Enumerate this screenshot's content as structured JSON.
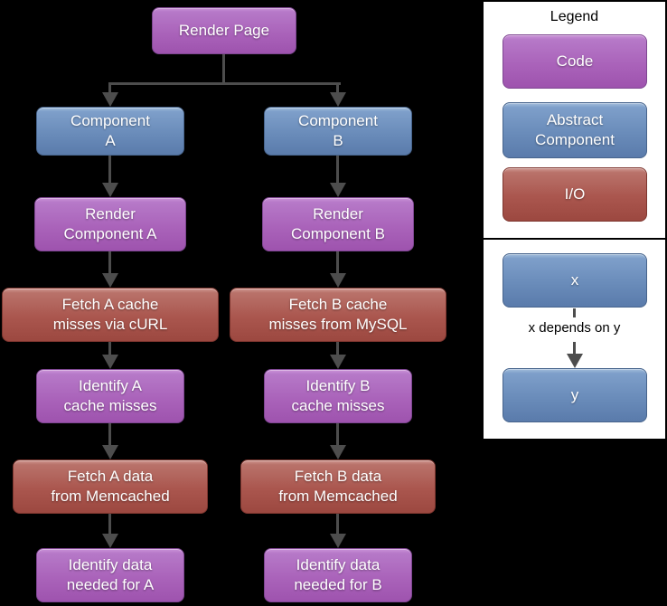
{
  "nodes": {
    "render_page": {
      "label": "Render Page",
      "type": "code"
    },
    "component_a": {
      "label": "Component\nA",
      "type": "abstract"
    },
    "component_b": {
      "label": "Component\nB",
      "type": "abstract"
    },
    "render_component_a": {
      "label": "Render\nComponent A",
      "type": "code"
    },
    "render_component_b": {
      "label": "Render\nComponent B",
      "type": "code"
    },
    "fetch_a_cache": {
      "label": "Fetch A cache\nmisses via cURL",
      "type": "io"
    },
    "fetch_b_cache": {
      "label": "Fetch B cache\nmisses from MySQL",
      "type": "io"
    },
    "identify_a_cache": {
      "label": "Identify A\ncache misses",
      "type": "code"
    },
    "identify_b_cache": {
      "label": "Identify B\ncache misses",
      "type": "code"
    },
    "fetch_a_data": {
      "label": "Fetch A data\nfrom Memcached",
      "type": "io"
    },
    "fetch_b_data": {
      "label": "Fetch B data\nfrom Memcached",
      "type": "io"
    },
    "identify_a_data": {
      "label": "Identify data\nneeded for A",
      "type": "code"
    },
    "identify_b_data": {
      "label": "Identify data\nneeded for B",
      "type": "code"
    }
  },
  "edges": [
    {
      "from": "render_page",
      "to": "component_a"
    },
    {
      "from": "render_page",
      "to": "component_b"
    },
    {
      "from": "component_a",
      "to": "render_component_a"
    },
    {
      "from": "component_b",
      "to": "render_component_b"
    },
    {
      "from": "render_component_a",
      "to": "fetch_a_cache"
    },
    {
      "from": "render_component_b",
      "to": "fetch_b_cache"
    },
    {
      "from": "fetch_a_cache",
      "to": "identify_a_cache"
    },
    {
      "from": "fetch_b_cache",
      "to": "identify_b_cache"
    },
    {
      "from": "identify_a_cache",
      "to": "fetch_a_data"
    },
    {
      "from": "identify_b_cache",
      "to": "fetch_b_data"
    },
    {
      "from": "fetch_a_data",
      "to": "identify_a_data"
    },
    {
      "from": "fetch_b_data",
      "to": "identify_b_data"
    }
  ],
  "legend": {
    "title": "Legend",
    "items": {
      "code": "Code",
      "abstract": "Abstract\nComponent",
      "io": "I/O"
    },
    "example": {
      "x": "x",
      "relation": "x depends on y",
      "y": "y"
    }
  },
  "colors": {
    "code": "#a55cb5",
    "abstract_component": "#6b8fbf",
    "io": "#a9534b",
    "arrow": "#4d4d4d",
    "background": "#000000",
    "legend_background": "#ffffff"
  }
}
